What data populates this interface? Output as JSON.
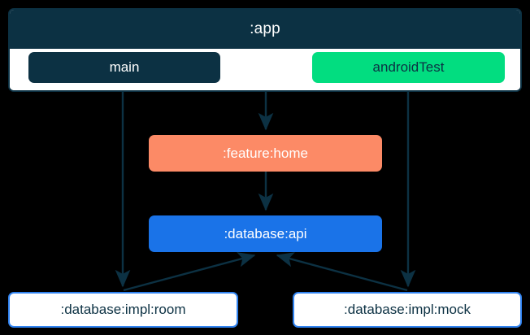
{
  "diagram": {
    "type": "module-dependency-graph",
    "background": "#000000",
    "subgraph": {
      "title": ":app",
      "header_color": "#0c3143",
      "body_color": "#ffffff",
      "border_color": "#0c3143"
    },
    "nodes": [
      {
        "id": "main",
        "label": "main",
        "fill": "#0c3143",
        "text_color": "#ffffff",
        "shape": "rounded-rect"
      },
      {
        "id": "androidTest",
        "label": "androidTest",
        "fill": "#02dd80",
        "text_color": "#0c3143",
        "shape": "rounded-rect"
      },
      {
        "id": "featureHome",
        "label": ":feature:home",
        "fill": "#fc8a66",
        "text_color": "#ffffff",
        "shape": "rounded-rect"
      },
      {
        "id": "databaseApi",
        "label": ":database:api",
        "fill": "#1a73e8",
        "text_color": "#ffffff",
        "shape": "rounded-rect"
      },
      {
        "id": "databaseImplRoom",
        "label": ":database:impl:room",
        "fill": "#ffffff",
        "text_color": "#0c3143",
        "shape": "rounded-rect",
        "border": "#3183f0"
      },
      {
        "id": "databaseImplMock",
        "label": ":database:impl:mock",
        "fill": "#ffffff",
        "text_color": "#0c3143",
        "shape": "rounded-rect",
        "border": "#3183f0"
      }
    ],
    "edges": [
      {
        "from": "main",
        "to": "databaseImplRoom",
        "style": "solid",
        "arrow": "end",
        "color": "#0c3143"
      },
      {
        "from": "app",
        "to": "featureHome",
        "style": "solid",
        "arrow": "end",
        "color": "#0c3143"
      },
      {
        "from": "androidTest",
        "to": "databaseImplMock",
        "style": "solid",
        "arrow": "end",
        "color": "#0c3143"
      },
      {
        "from": "featureHome",
        "to": "databaseApi",
        "style": "solid",
        "arrow": "end",
        "color": "#0c3143"
      },
      {
        "from": "databaseImplRoom",
        "to": "databaseApi",
        "style": "solid",
        "arrow": "end",
        "color": "#0c3143"
      },
      {
        "from": "databaseImplMock",
        "to": "databaseApi",
        "style": "solid",
        "arrow": "end",
        "color": "#0c3143"
      }
    ]
  }
}
